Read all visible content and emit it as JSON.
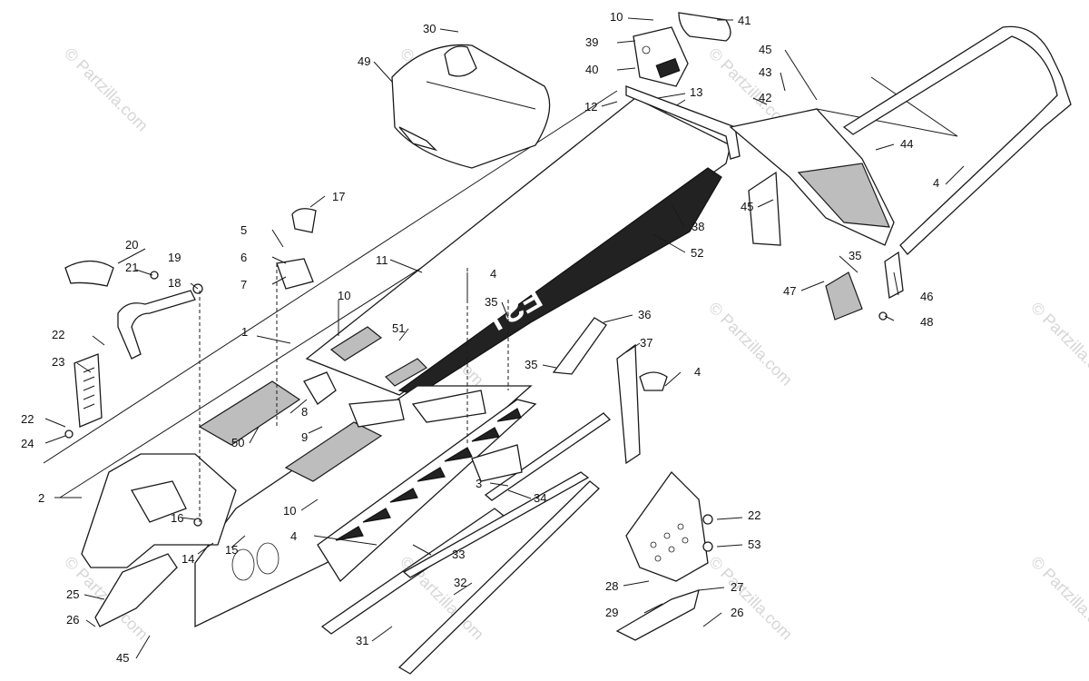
{
  "watermark": "© Partzilla.com",
  "decal_text": "EST",
  "callouts": [
    {
      "id": "c1",
      "text": "1"
    },
    {
      "id": "c2",
      "text": "2"
    },
    {
      "id": "c3",
      "text": "3"
    },
    {
      "id": "c4a",
      "text": "4"
    },
    {
      "id": "c4b",
      "text": "4"
    },
    {
      "id": "c4c",
      "text": "4"
    },
    {
      "id": "c4d",
      "text": "4"
    },
    {
      "id": "c5",
      "text": "5"
    },
    {
      "id": "c6",
      "text": "6"
    },
    {
      "id": "c7",
      "text": "7"
    },
    {
      "id": "c8",
      "text": "8"
    },
    {
      "id": "c9",
      "text": "9"
    },
    {
      "id": "c10a",
      "text": "10"
    },
    {
      "id": "c10b",
      "text": "10"
    },
    {
      "id": "c10c",
      "text": "10"
    },
    {
      "id": "c11",
      "text": "11"
    },
    {
      "id": "c12",
      "text": "12"
    },
    {
      "id": "c13",
      "text": "13"
    },
    {
      "id": "c14",
      "text": "14"
    },
    {
      "id": "c15",
      "text": "15"
    },
    {
      "id": "c16",
      "text": "16"
    },
    {
      "id": "c17",
      "text": "17"
    },
    {
      "id": "c18",
      "text": "18"
    },
    {
      "id": "c19",
      "text": "19"
    },
    {
      "id": "c20",
      "text": "20"
    },
    {
      "id": "c21",
      "text": "21"
    },
    {
      "id": "c22a",
      "text": "22"
    },
    {
      "id": "c22b",
      "text": "22"
    },
    {
      "id": "c22c",
      "text": "22"
    },
    {
      "id": "c23",
      "text": "23"
    },
    {
      "id": "c24",
      "text": "24"
    },
    {
      "id": "c25",
      "text": "25"
    },
    {
      "id": "c26a",
      "text": "26"
    },
    {
      "id": "c26b",
      "text": "26"
    },
    {
      "id": "c27",
      "text": "27"
    },
    {
      "id": "c28",
      "text": "28"
    },
    {
      "id": "c29",
      "text": "29"
    },
    {
      "id": "c30",
      "text": "30"
    },
    {
      "id": "c31",
      "text": "31"
    },
    {
      "id": "c32",
      "text": "32"
    },
    {
      "id": "c33",
      "text": "33"
    },
    {
      "id": "c34",
      "text": "34"
    },
    {
      "id": "c35a",
      "text": "35"
    },
    {
      "id": "c35b",
      "text": "35"
    },
    {
      "id": "c35c",
      "text": "35"
    },
    {
      "id": "c36",
      "text": "36"
    },
    {
      "id": "c37",
      "text": "37"
    },
    {
      "id": "c38",
      "text": "38"
    },
    {
      "id": "c39",
      "text": "39"
    },
    {
      "id": "c40",
      "text": "40"
    },
    {
      "id": "c41",
      "text": "41"
    },
    {
      "id": "c42",
      "text": "42"
    },
    {
      "id": "c43",
      "text": "43"
    },
    {
      "id": "c44",
      "text": "44"
    },
    {
      "id": "c45a",
      "text": "45"
    },
    {
      "id": "c45b",
      "text": "45"
    },
    {
      "id": "c45c",
      "text": "45"
    },
    {
      "id": "c46",
      "text": "46"
    },
    {
      "id": "c47",
      "text": "47"
    },
    {
      "id": "c48",
      "text": "48"
    },
    {
      "id": "c49",
      "text": "49"
    },
    {
      "id": "c50",
      "text": "50"
    },
    {
      "id": "c51",
      "text": "51"
    },
    {
      "id": "c52",
      "text": "52"
    },
    {
      "id": "c53",
      "text": "53"
    }
  ]
}
